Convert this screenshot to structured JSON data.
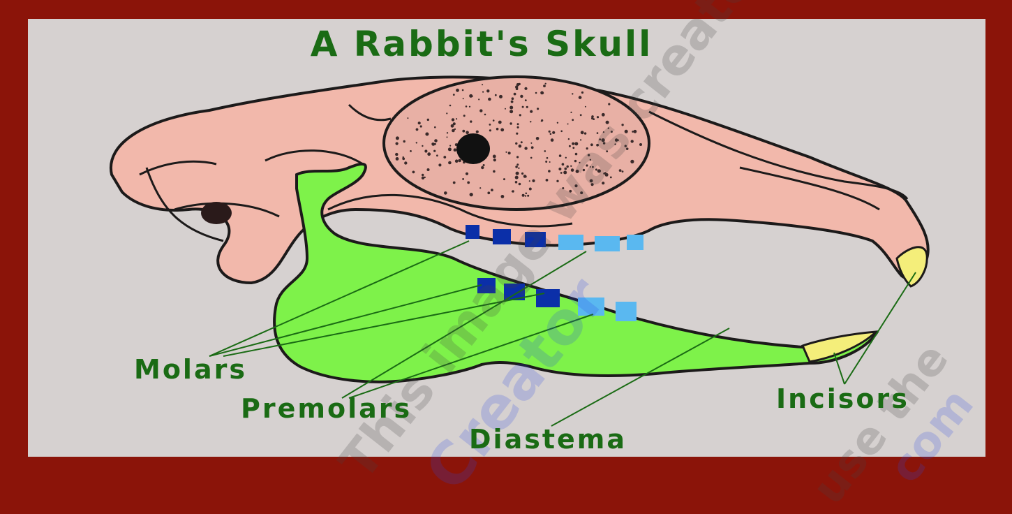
{
  "diagram": {
    "title": "A Rabbit's Skull",
    "labels": {
      "molars": "Molars",
      "premolars": "Premolars",
      "diastema": "Diastema",
      "incisors": "Incisors"
    },
    "colors": {
      "frame": "#8b1409",
      "background": "#d6d1d0",
      "skull": "#f2b8ab",
      "jaw": "#7ef24a",
      "label_text": "#1a6b14",
      "molars": "#0b2fa8",
      "premolars": "#5ab8f0",
      "incisors": "#f4ee7a"
    }
  },
  "watermark": {
    "line1": "This image was created using",
    "line2": "Creator",
    "line3": "use the",
    "line4": "com"
  }
}
